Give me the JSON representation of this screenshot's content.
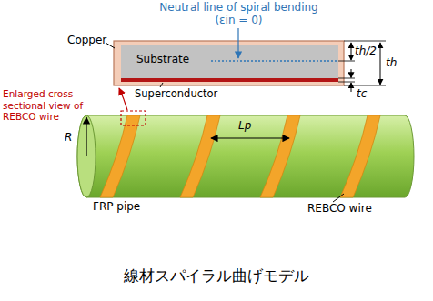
{
  "diagram": {
    "caption": "線材スパイラル曲げモデル",
    "nodes": [
      {
        "text": [
          "Substrate"
        ]
      }
    ],
    "labels": [
      "Neutral line of spiral bending (εin = 0)",
      "Copper",
      "Superconductor",
      "th/2",
      "th",
      "tc",
      "Enlarged cross-sectional view of REBCO wire",
      "R",
      "Lp",
      "FRP pipe",
      "REBCO wire"
    ]
  }
}
